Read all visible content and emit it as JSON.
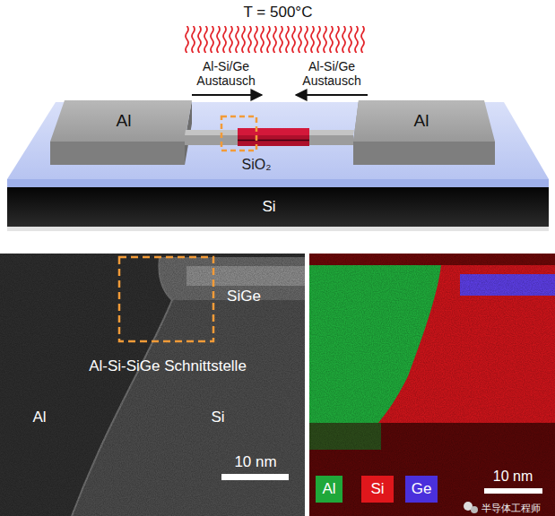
{
  "diagram": {
    "title": "T = 500°C",
    "nodes": [
      {
        "text": [
          "Al"
        ]
      },
      {
        "text": [
          "Al"
        ]
      },
      {
        "text": [
          "SiO₂"
        ]
      },
      {
        "text": [
          "Si"
        ]
      }
    ],
    "labels": [
      "Al-Si/Ge Austausch",
      "Al-Si/Ge Austausch",
      "SiGe",
      "Al-Si-SiGe Schnittstelle",
      "Al",
      "Si",
      "10 nm",
      "10 nm",
      "半导体工程师"
    ],
    "legend": [
      {
        "text": "Al",
        "color": "#1fa83a"
      },
      {
        "text": "Si",
        "color": "#e0171c"
      },
      {
        "text": "Ge",
        "color": "#4a30dc"
      }
    ]
  }
}
